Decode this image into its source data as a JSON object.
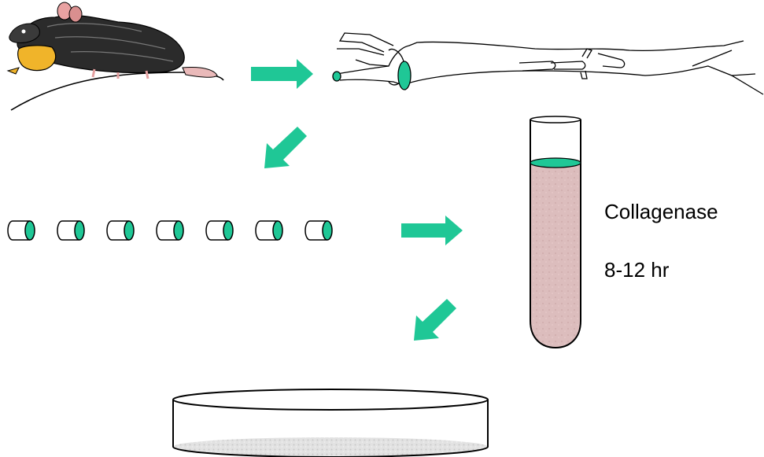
{
  "labels": {
    "reagent": "Collagenase",
    "duration": "8-12 hr"
  },
  "icons": {
    "source_animal": "rat-icon",
    "tissue": "artery-segment-icon",
    "tube": "test-tube-icon",
    "dish": "petri-dish-icon",
    "ring": "vessel-ring-icon"
  },
  "ring_count": 7,
  "colors": {
    "accent": "#1fc796",
    "digest": "#dcbdbd",
    "digest_dark": "#c9a6a6",
    "outline": "#000000",
    "cells": "#d9d9d9"
  }
}
